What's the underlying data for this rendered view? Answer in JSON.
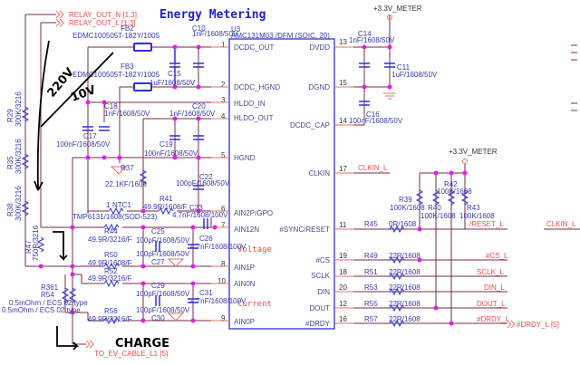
{
  "title": "Energy Metering",
  "chip": {
    "ref": "U3",
    "part": "AMC131M03 /DFM (SOIC, 20)",
    "left_pins": [
      {
        "num": "1",
        "name": "DCDC_OUT"
      },
      {
        "num": "2",
        "name": "DCDC_HGND"
      },
      {
        "num": "3",
        "name": "HLDO_IN"
      },
      {
        "num": "4",
        "name": "HLDO_OUT"
      },
      {
        "num": "5",
        "name": "HGND"
      },
      {
        "num": "6",
        "name": "AIN2P/GPO"
      },
      {
        "num": "7",
        "name": "AIN12N"
      },
      {
        "num": "8",
        "name": "AIN1P"
      },
      {
        "num": "10",
        "name": "AIN0N"
      },
      {
        "num": "9",
        "name": "AIN0P"
      }
    ],
    "right_pins": [
      {
        "num": "13",
        "name": "DVDD"
      },
      {
        "num": "15",
        "name": "DGND"
      },
      {
        "num": "14",
        "name": "DCDC_CAP"
      },
      {
        "num": "17",
        "name": "CLKIN"
      },
      {
        "num": "11",
        "name": "#SYNC/RESET"
      },
      {
        "num": "19",
        "name": "#CS"
      },
      {
        "num": "18",
        "name": "SCLK"
      },
      {
        "num": "20",
        "name": "DIN"
      },
      {
        "num": "12",
        "name": "DOUT"
      },
      {
        "num": "16",
        "name": "#DRDY"
      }
    ],
    "inner_labels": {
      "voltage": "Voltage",
      "current": "Current"
    }
  },
  "ferrites": [
    {
      "ref": "FB2",
      "value": "EDMC100505T-182Y/1005"
    },
    {
      "ref": "FB3",
      "value": "EDMC100505T-182Y/1005"
    }
  ],
  "capacitors": {
    "C10": "1nF/1608/50V",
    "C15": "1uF/1608/50V",
    "C18": "1nF/1608/50V",
    "C20": "1nF/1608/50V",
    "C17": "100nF/1608/50V",
    "C19": "100nF/1608/50V",
    "C22": "100pF/1608/50V",
    "C23": "4.7nF/1608/100V",
    "C25": "100pF/1608/50V",
    "C26": "4.7nF/1608/100V",
    "C27": "100pF/1608/50V",
    "C29": "100pF/1608/50V",
    "C30": "100pF/1608/50V",
    "C31": "4.7nF/1608/100V",
    "C14": "1nF/1608/50V",
    "C11": "1uF/1608/50V",
    "C16": "100nF/1608/50V"
  },
  "resistors": {
    "R29": "300K/3216",
    "R35": "300K/3216",
    "R38": "300K/3216",
    "R47": "750R/3216",
    "R37": "22.1KF/1608",
    "R41": "49.9R/1608/F",
    "R44": "49.9R/3216/F",
    "R50": "49.9R/1608/F",
    "R52": "49.9R/3216/F",
    "R56": "49.9R/3216/F",
    "R361": "0.5mOhm / ECS 02 type",
    "R54": "0.5mOhm / ECS 02 type",
    "R39": "100K/1608",
    "R40": "100K/1608",
    "R42": "100K/1608",
    "R43": "100K/1608",
    "R45": "0R/1608",
    "R49": "22R/1608",
    "R51": "22R/1608",
    "R53": "22R/1608",
    "R55": "22R/1608",
    "R57": "22R/1608"
  },
  "ntc": {
    "ref": "NTC1",
    "pin": "1",
    "value": "TMP6131/1608(SOD-523)"
  },
  "power": {
    "rail1": "+3.3V_METER",
    "rail2": "+3.3V_METER"
  },
  "nets": {
    "relay_n": "RELAY_OUT_N  [1,3]",
    "relay_l": "RELAY_OUT_L  [1,3]",
    "ev_cable": "TO_EV_CABLE_L1  [5]",
    "clkin": "CLKIN_L",
    "clkin_right": "CLKIN_L",
    "reset": "/RESET_L",
    "cs": "#CS_L",
    "sclk": "SCLK_L",
    "din": "DIN_L",
    "dout": "DOUT_L",
    "drdy": "#DRDY_L",
    "drdy_port": "#DRDY_L  [5]"
  },
  "annotations": {
    "v220": "220V",
    "v10": "10V",
    "charge": "CHARGE"
  }
}
